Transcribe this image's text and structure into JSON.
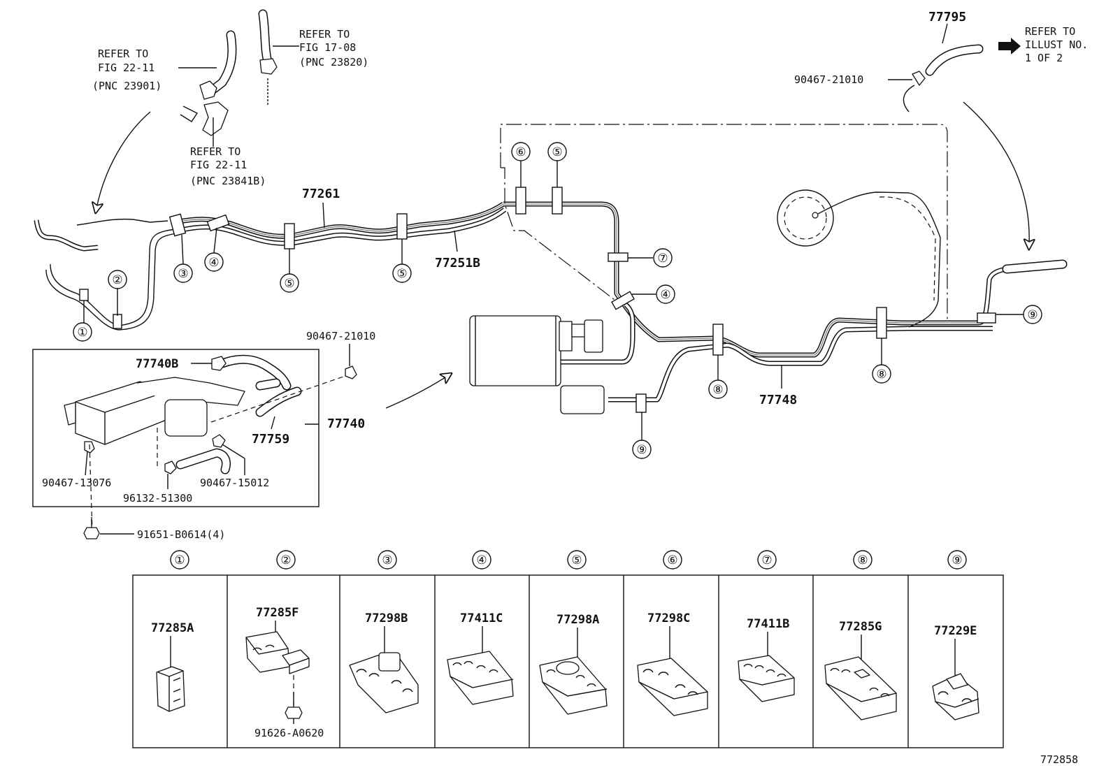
{
  "refs": {
    "fig_22_11_top": [
      "REFER TO",
      "FIG 22-11",
      "(PNC 23901)"
    ],
    "fig_17_08": [
      "REFER TO",
      "FIG 17-08",
      "(PNC 23820)"
    ],
    "fig_22_11_bottom": [
      "REFER TO",
      "FIG 22-11",
      "(PNC 23841B)"
    ],
    "illust": [
      "REFER TO",
      "ILLUST NO.",
      "1 OF 2"
    ]
  },
  "parts": {
    "p77795": "77795",
    "p90467_21010_top": "90467-21010",
    "p77261": "77261",
    "p77251b": "77251B",
    "p77748": "77748",
    "p90467_21010_mid": "90467-21010",
    "p77740b": "77740B",
    "p77740": "77740",
    "p77759": "77759",
    "p90467_13076": "90467-13076",
    "p96132_51300": "96132-51300",
    "p90467_15012": "90467-15012",
    "p91651": "91651-B0614(4)"
  },
  "callouts": [
    "①",
    "②",
    "③",
    "④",
    "⑤",
    "⑥",
    "⑦",
    "⑧",
    "⑨"
  ],
  "clip_table": [
    {
      "num": "①",
      "part": "77285A"
    },
    {
      "num": "②",
      "part": "77285F",
      "sub": "91626-A0620"
    },
    {
      "num": "③",
      "part": "77298B"
    },
    {
      "num": "④",
      "part": "77411C"
    },
    {
      "num": "⑤",
      "part": "77298A"
    },
    {
      "num": "⑥",
      "part": "77298C"
    },
    {
      "num": "⑦",
      "part": "77411B"
    },
    {
      "num": "⑧",
      "part": "77285G"
    },
    {
      "num": "⑨",
      "part": "77229E"
    }
  ],
  "illustration_number": "772858"
}
